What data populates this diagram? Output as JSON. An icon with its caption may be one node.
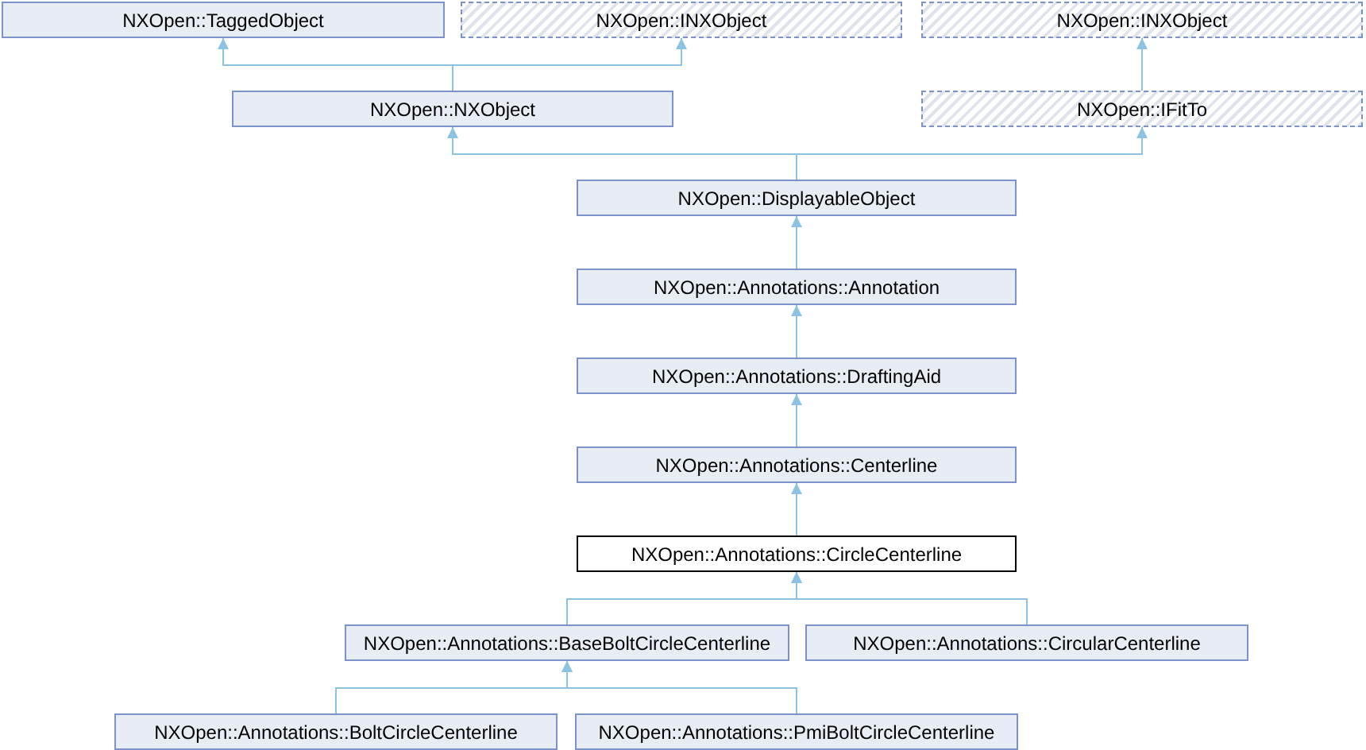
{
  "diagram": {
    "nodes": [
      {
        "text": [
          "NXOpen::TaggedObject"
        ]
      },
      {
        "text": [
          "NXOpen::INXObject"
        ]
      },
      {
        "text": [
          "NXOpen::INXObject"
        ]
      },
      {
        "text": [
          "NXOpen::NXObject"
        ]
      },
      {
        "text": [
          "NXOpen::IFitTo"
        ]
      },
      {
        "text": [
          "NXOpen::DisplayableObject"
        ]
      },
      {
        "text": [
          "NXOpen::Annotations::Annotation"
        ]
      },
      {
        "text": [
          "NXOpen::Annotations::DraftingAid"
        ]
      },
      {
        "text": [
          "NXOpen::Annotations::Centerline"
        ]
      },
      {
        "text": [
          "NXOpen::Annotations::CircleCenterline"
        ]
      },
      {
        "text": [
          "NXOpen::Annotations::BaseBoltCircleCenterline"
        ]
      },
      {
        "text": [
          "NXOpen::Annotations::CircularCenterline"
        ]
      },
      {
        "text": [
          "NXOpen::Annotations::BoltCircleCenterline"
        ]
      },
      {
        "text": [
          "NXOpen::Annotations::PmiBoltCircleCenterline"
        ]
      }
    ],
    "edges": [
      {
        "from": 3,
        "to": 0,
        "arrow": "to"
      },
      {
        "from": 3,
        "to": 1,
        "arrow": "to"
      },
      {
        "from": 4,
        "to": 2,
        "arrow": "to"
      },
      {
        "from": 5,
        "to": 3,
        "arrow": "to"
      },
      {
        "from": 5,
        "to": 4,
        "arrow": "to"
      },
      {
        "from": 6,
        "to": 5,
        "arrow": "to"
      },
      {
        "from": 7,
        "to": 6,
        "arrow": "to"
      },
      {
        "from": 8,
        "to": 7,
        "arrow": "to"
      },
      {
        "from": 9,
        "to": 8,
        "arrow": "to"
      },
      {
        "from": 10,
        "to": 9,
        "arrow": "to"
      },
      {
        "from": 11,
        "to": 9,
        "arrow": "to"
      },
      {
        "from": 12,
        "to": 10,
        "arrow": "to"
      },
      {
        "from": 13,
        "to": 10,
        "arrow": "to"
      }
    ]
  }
}
